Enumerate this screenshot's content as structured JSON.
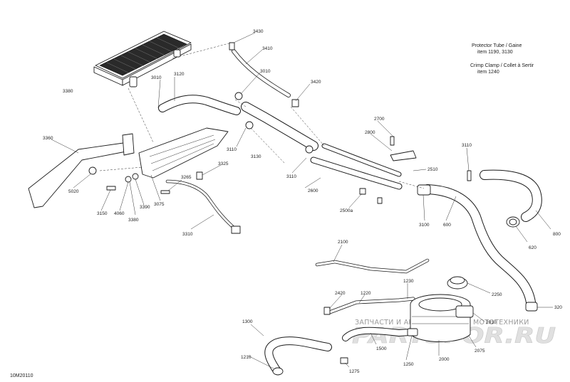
{
  "drawing_ref": "10M20110",
  "notes": [
    "Protector Tube / Gaine",
    "item 1190, 3130",
    "Crimp Clamp / Collet à Sertir",
    "item 1240"
  ],
  "watermark": {
    "tagline": "ЗАПЧАСТИ И АКСЕССУАРЫ ДЛЯ МОТОТЕХНИКИ",
    "site": "PARTSFOR.RU"
  },
  "callouts": [
    {
      "label": "3430"
    },
    {
      "label": "3410"
    },
    {
      "label": "3010"
    },
    {
      "label": "3420"
    },
    {
      "label": "3380"
    },
    {
      "label": "3010"
    },
    {
      "label": "3120"
    },
    {
      "label": "2700"
    },
    {
      "label": "2800"
    },
    {
      "label": "3110"
    },
    {
      "label": "3360"
    },
    {
      "label": "3110"
    },
    {
      "label": "3130"
    },
    {
      "label": "2510"
    },
    {
      "label": "3110"
    },
    {
      "label": "3325"
    },
    {
      "label": "3265"
    },
    {
      "label": "5020"
    },
    {
      "label": "2600"
    },
    {
      "label": "2500a"
    },
    {
      "label": "3150"
    },
    {
      "label": "4060"
    },
    {
      "label": "3390"
    },
    {
      "label": "3380"
    },
    {
      "label": "3075"
    },
    {
      "label": "3100"
    },
    {
      "label": "600"
    },
    {
      "label": "800"
    },
    {
      "label": "3310"
    },
    {
      "label": "620"
    },
    {
      "label": "2100"
    },
    {
      "label": "2250"
    },
    {
      "label": "2420"
    },
    {
      "label": "1220"
    },
    {
      "label": "1230"
    },
    {
      "label": "320"
    },
    {
      "label": "1300"
    },
    {
      "label": "2010"
    },
    {
      "label": "1500"
    },
    {
      "label": "2075"
    },
    {
      "label": "1210"
    },
    {
      "label": "1250"
    },
    {
      "label": "2000"
    },
    {
      "label": "1275"
    }
  ]
}
